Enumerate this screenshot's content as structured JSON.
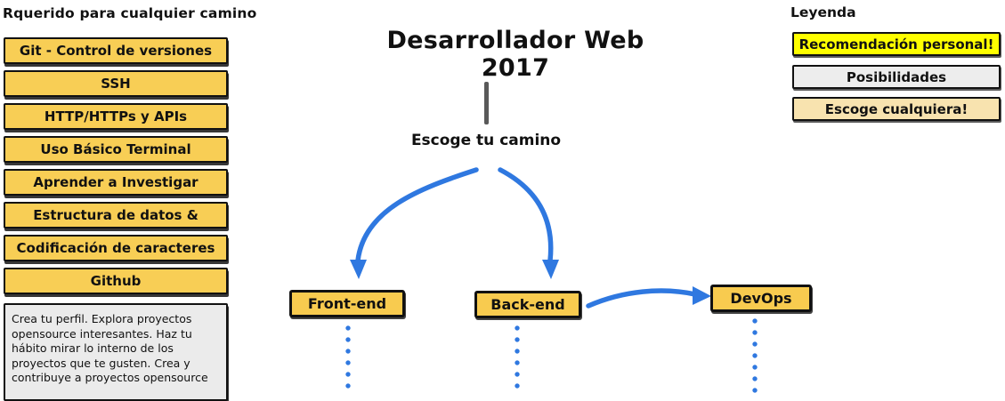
{
  "colors": {
    "required_box_yellow": "#F8CE55",
    "node_yellow": "#F8CB4F",
    "legend_recommendation_yellow": "#FFFF00",
    "legend_possibilities_gray": "#EDEDED",
    "legend_any_tan": "#F8E3AF",
    "note_gray": "#EBEBEB",
    "arrow_blue": "#2F78E0",
    "stem_gray": "#595959",
    "border_black": "#111111"
  },
  "sidebar": {
    "title": "Rquerido para cualquier camino",
    "items": [
      {
        "label": "Git - Control de versiones"
      },
      {
        "label": "SSH"
      },
      {
        "label": "HTTP/HTTPs y APIs"
      },
      {
        "label": "Uso Básico Terminal"
      },
      {
        "label": "Aprender a Investigar"
      },
      {
        "label": "Estructura de datos &"
      },
      {
        "label": "Codificación de caracteres"
      },
      {
        "label": "Github"
      }
    ],
    "note": "Crea tu perfil. Explora proyectos opensource interesantes. Haz tu hábito mirar lo interno de los proyectos que te gusten. Crea y contribuye a proyectos opensource"
  },
  "main": {
    "title": "Desarrollador Web 2017",
    "choose_label": "Escoge tu camino",
    "nodes": [
      {
        "label": "Front-end"
      },
      {
        "label": "Back-end"
      },
      {
        "label": "DevOps"
      }
    ]
  },
  "legend": {
    "title": "Leyenda",
    "items": [
      {
        "label": "Recomendación personal!",
        "color": "#FFFF00"
      },
      {
        "label": "Posibilidades",
        "color": "#EDEDED"
      },
      {
        "label": "Escoge cualquiera!",
        "color": "#F8E3AF"
      }
    ]
  }
}
